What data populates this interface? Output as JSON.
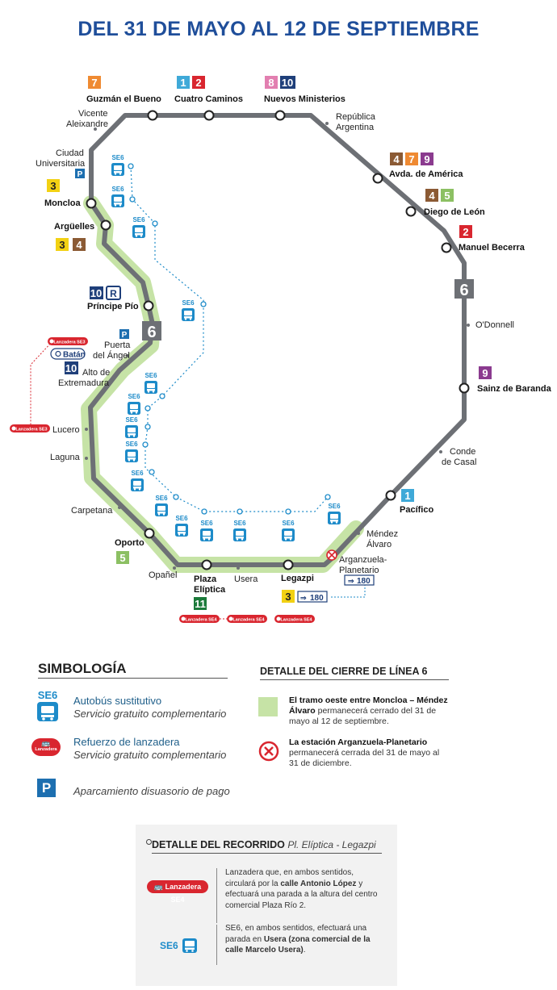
{
  "title": "DEL 31 DE MAYO AL 12 DE SEPTIEMBRE",
  "colors": {
    "title": "#1f4e9a",
    "line6": "#6d7075",
    "closure_green": "#c6e3a6",
    "bus_blue": "#1d8bc9",
    "shuttle_red": "#d9262f",
    "line_1": "#3fa9d8",
    "line_2": "#d9262f",
    "line_3": "#f2d113",
    "line_4": "#8b5a34",
    "line_5": "#8cc063",
    "line_7": "#ef8a32",
    "line_8": "#e27fb0",
    "line_9": "#8b3b8f",
    "line_10": "#1f3f7a",
    "line_11": "#1b7a3a"
  },
  "map": {
    "line_label": "6",
    "stations": {
      "guzman": "Guzmán el Bueno",
      "cuatro": "Cuatro Caminos",
      "nuevos": "Nuevos Ministerios",
      "republica_1": "República",
      "republica_2": "Argentina",
      "avda_america": "Avda. de América",
      "diego_leon": "Diego de León",
      "manuel_becerra": "Manuel Becerra",
      "odonnell": "O'Donnell",
      "sainz_baranda": "Sainz de Baranda",
      "conde_1": "Conde",
      "conde_2": "de Casal",
      "pacifico": "Pacífico",
      "mendez_1": "Méndez",
      "mendez_2": "Álvaro",
      "arganzuela_1": "Arganzuela-",
      "arganzuela_2": "Planetario",
      "legazpi": "Legazpi",
      "usera": "Usera",
      "plaza_1": "Plaza",
      "plaza_2": "Elíptica",
      "opanel": "Opañel",
      "oporto": "Oporto",
      "carpetana": "Carpetana",
      "laguna": "Laguna",
      "lucero": "Lucero",
      "alto_1": "Alto de",
      "alto_2": "Extremadura",
      "puerta_1": "Puerta",
      "puerta_2": "del Ángel",
      "principe_pio": "Príncipe Pío",
      "arguelles": "Argüelles",
      "moncloa": "Moncloa",
      "ciudad_1": "Ciudad",
      "ciudad_2": "Universitaria",
      "vicente_1": "Vicente",
      "vicente_2": "Aleixandre"
    },
    "batan": "Batán",
    "bus_label": "SE6",
    "shuttle_se3": "Lanzadera SE3",
    "shuttle_se4": "Lanzadera SE4",
    "bus_180": "180",
    "p_label": "P",
    "r_label": "R"
  },
  "simbologia": {
    "heading": "SIMBOLOGÍA",
    "bus_code": "SE6",
    "bus_title": "Autobús sustitutivo",
    "bus_sub": "Servicio gratuito complementario",
    "shuttle_badge": "Lanzadera",
    "shuttle_title": "Refuerzo de lanzadera",
    "shuttle_sub": "Servicio gratuito complementario",
    "parking_icon": "P",
    "parking_text": "Aparcamiento disuasorio de pago"
  },
  "detalle_cierre": {
    "heading": "DETALLE DEL CIERRE DE LÍNEA 6",
    "closure_1a": "El tramo oeste entre Moncloa – Méndez",
    "closure_1b": "Álvaro",
    "closure_1c": " permanecerá cerrado del 31 de",
    "closure_1d": "mayo al 12 de septiembre.",
    "closure_2a": "La estación Arganzuela-Planetario",
    "closure_2b": "permanecerá cerrada del 31 de mayo al",
    "closure_2c": "31 de diciembre."
  },
  "detalle_recorrido": {
    "heading": "DETALLE DEL RECORRIDO",
    "route": "Pl. Elíptica - Legazpi",
    "shuttle_label": "Lanzadera SE4",
    "shuttle_l1": "Lanzadera que, en ambos sentidos,",
    "shuttle_l2a": "circulará por la ",
    "shuttle_l2b": "calle Antonio López",
    "shuttle_l2c": " y",
    "shuttle_l3": "efectuará una parada a la altura del centro",
    "shuttle_l4": "comercial Plaza Río 2.",
    "bus_label": "SE6",
    "bus_l1": "SE6, en ambos sentidos, efectuará una",
    "bus_l2a": "parada en ",
    "bus_l2b": "Usera (zona comercial de la",
    "bus_l3a": "calle Marcelo Usera)",
    "bus_l3b": "."
  }
}
